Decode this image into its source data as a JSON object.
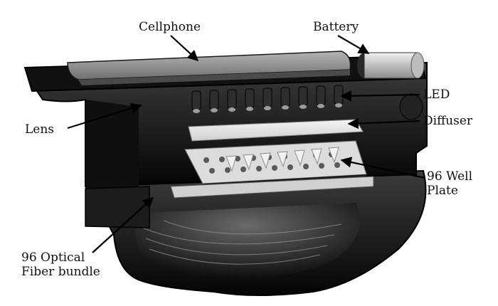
{
  "labels": {
    "cellphone": "Cellphone",
    "battery": "Battery",
    "led": "LED",
    "diffuser": "Diffuser",
    "lens": "Lens",
    "well_plate": [
      "96 Well",
      "Plate"
    ],
    "fiber_bundle": [
      "96 Optical",
      "Fiber bundle"
    ]
  },
  "colors": {
    "housing_dark": "#1a1a1a",
    "housing_mid": "#3a3a3a",
    "phone_gray": "#8a8a8a",
    "diffuser": "#e6e6e6",
    "plate": "#cfcfcf",
    "label_text": "#111111"
  }
}
